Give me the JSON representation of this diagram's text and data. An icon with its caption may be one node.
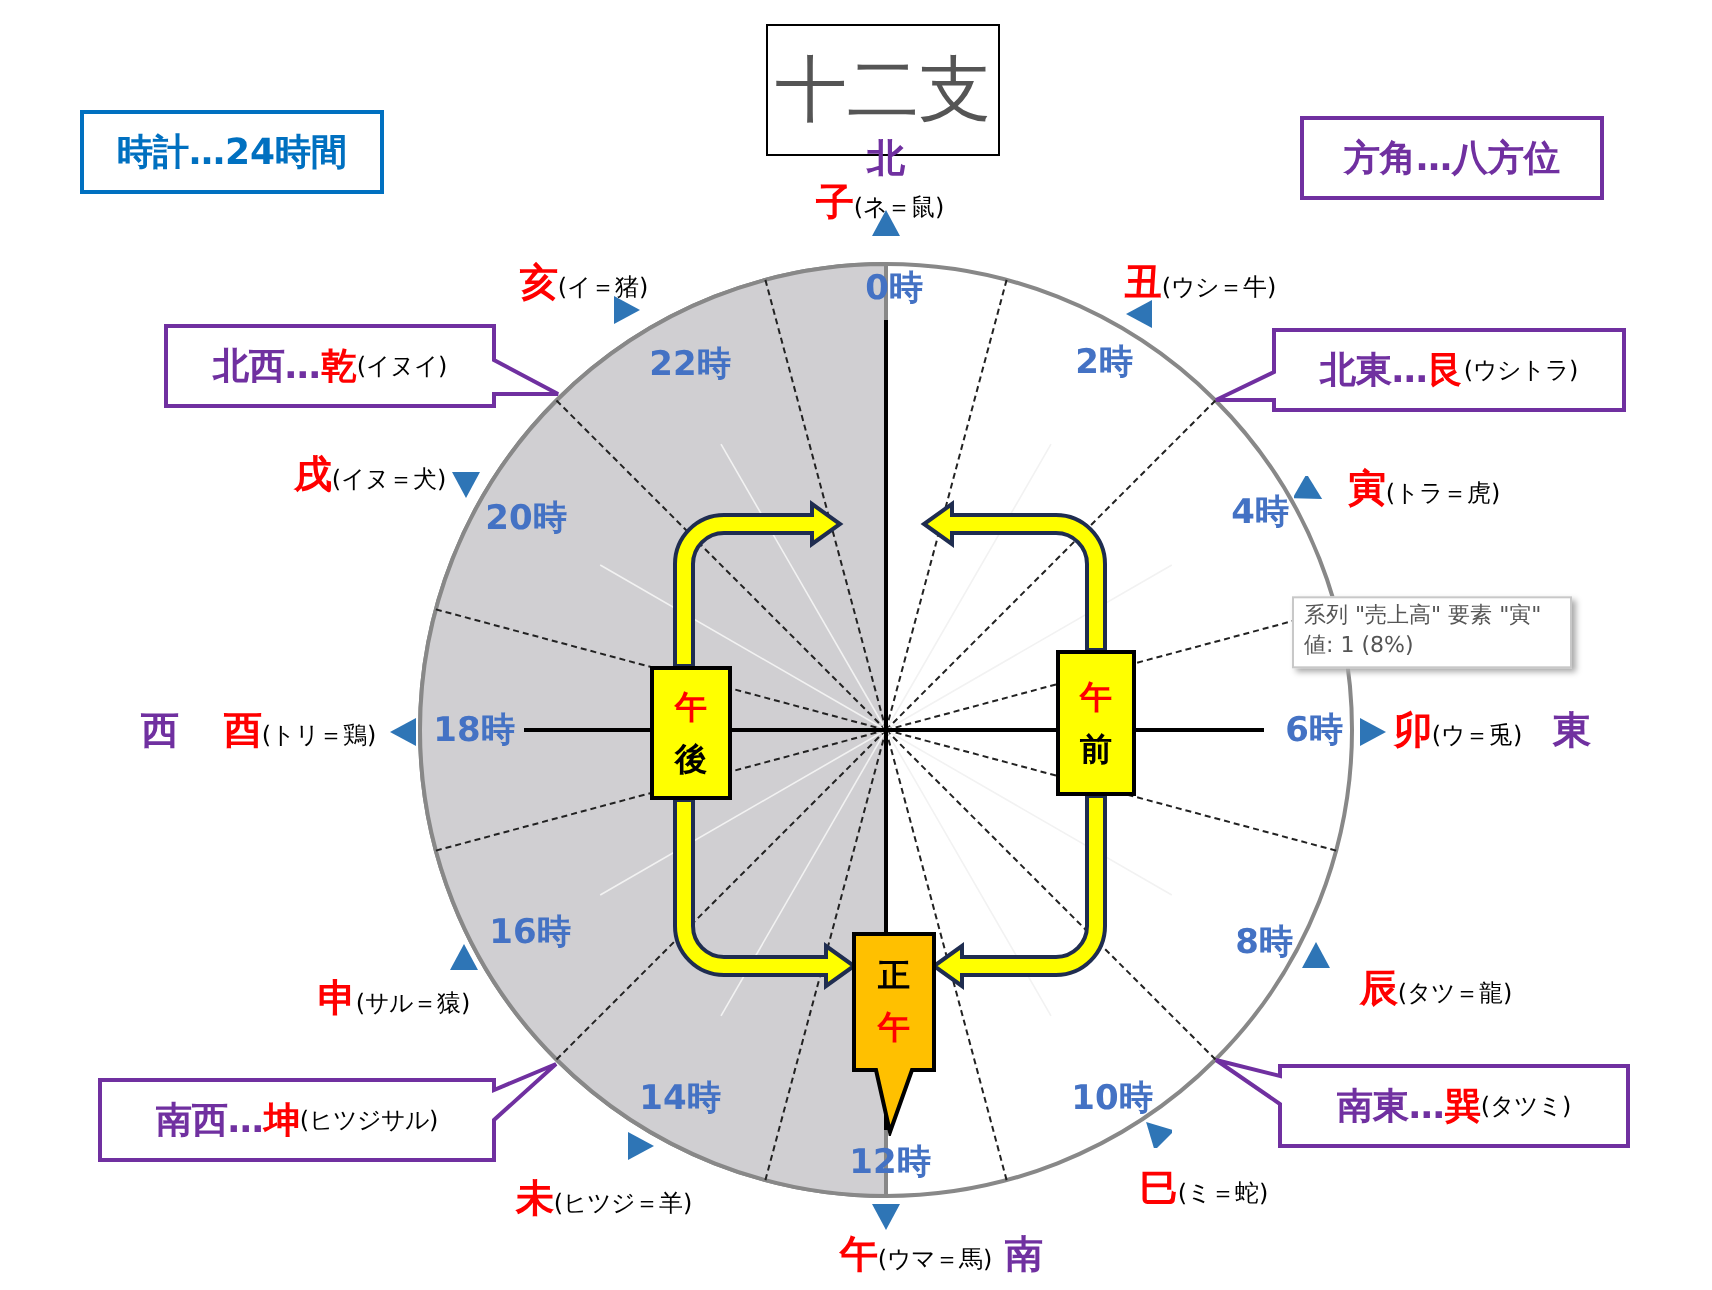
{
  "diagram": {
    "title": "十二支",
    "nodes": [
      {
        "text": [
          "時計…24時間"
        ]
      },
      {
        "text": [
          "方角…八方位"
        ]
      },
      {
        "text": [
          "北西…乾(イヌイ)"
        ]
      },
      {
        "text": [
          "北東…艮(ウシトラ)"
        ]
      },
      {
        "text": [
          "午後"
        ]
      },
      {
        "text": [
          "午前"
        ]
      },
      {
        "text": [
          "正午"
        ]
      },
      {
        "text": [
          "南西…坤(ヒツジサル)"
        ]
      },
      {
        "text": [
          "南東…巽(タツミ)"
        ]
      }
    ],
    "edges": [
      {
        "from": 4,
        "to": null,
        "arrow": "to"
      },
      {
        "from": 5,
        "to": null,
        "arrow": "to"
      },
      {
        "from": 4,
        "to": 6,
        "arrow": "to"
      },
      {
        "from": 5,
        "to": 6,
        "arrow": "to"
      }
    ],
    "labels": [
      "北",
      "子(ネ＝鼠)",
      "亥(イ＝猪)",
      "0時",
      "丑(ウシ＝牛)",
      "22時",
      "2時",
      "戌(イヌ＝犬)",
      "寅(トラ＝虎)",
      "20時",
      "4時",
      "系列 \"売上高\" 要素 \"寅\" 値: 1 (8%)",
      "西",
      "酉(トリ＝鶏)",
      "18時",
      "6時",
      "卯(ウ＝兎)",
      "東",
      "16時",
      "8時",
      "申(サル＝猿)",
      "辰(タツ＝龍)",
      "14時",
      "10時",
      "12時",
      "未(ヒツジ＝羊)",
      "巳(ミ＝蛇)",
      "午(ウマ＝馬)",
      "南"
    ]
  }
}
